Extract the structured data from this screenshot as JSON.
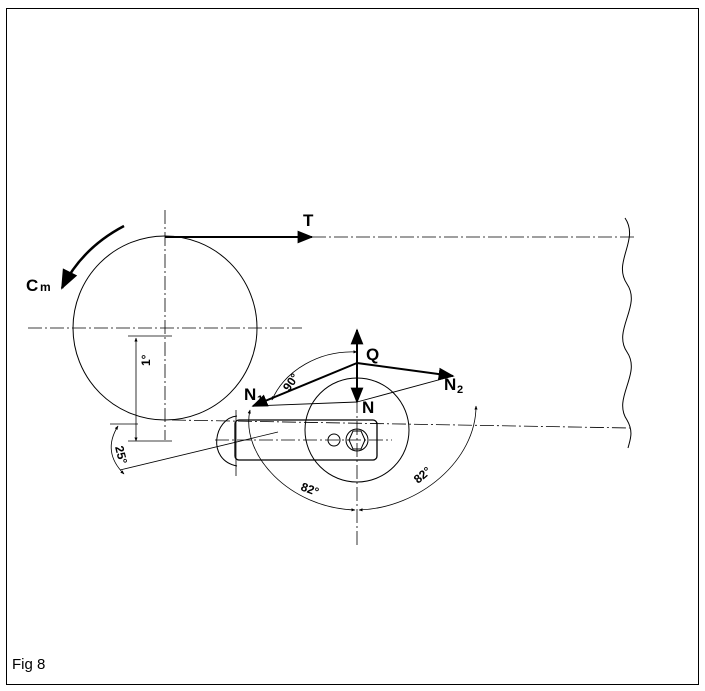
{
  "figure": {
    "caption": "Fig 8",
    "labels": {
      "tension": "T",
      "torque_c": "C",
      "torque_sub": "m",
      "force_q": "Q",
      "normal": "N",
      "n1": "N",
      "n1_sub": "1",
      "n2": "N",
      "n2_sub": "2"
    },
    "angles": {
      "offset": "1°",
      "wrap": "25°",
      "right_angle": "90°",
      "left_82": "82°",
      "right_82": "82°"
    }
  }
}
